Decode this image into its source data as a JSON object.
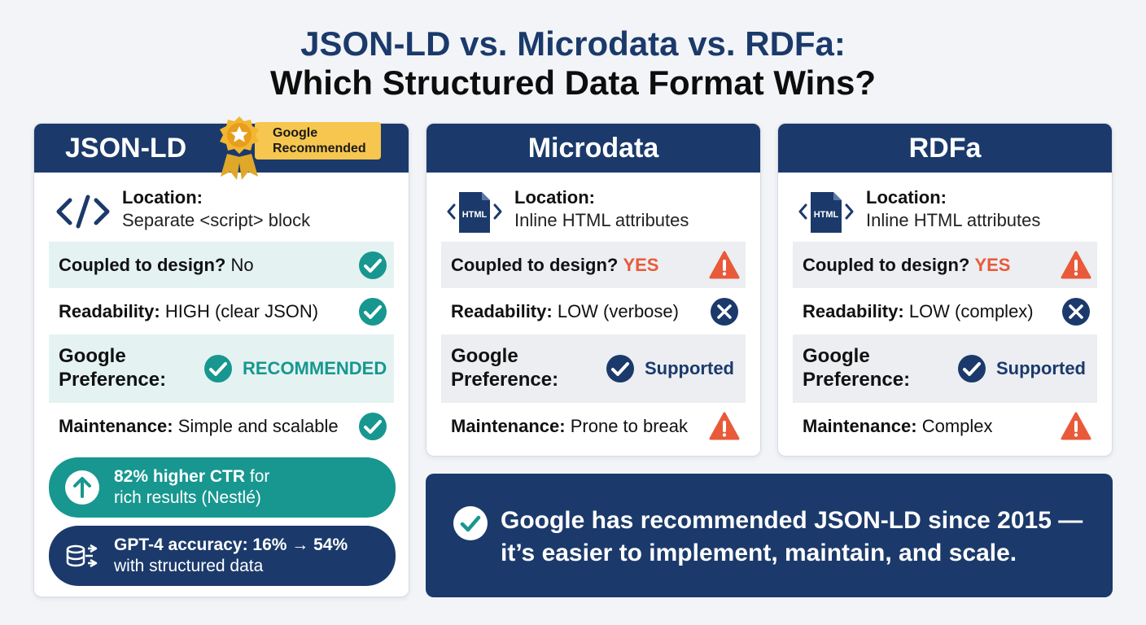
{
  "title": {
    "line1": "JSON-LD vs. Microdata vs. RDFa:",
    "line2": "Which Structured Data Format Wins?"
  },
  "colors": {
    "navy": "#1b3a6b",
    "teal": "#17978f",
    "warning": "#e85a3a",
    "badge_gold": "#f6c64e"
  },
  "cards": [
    {
      "name": "JSON-LD",
      "badge": {
        "line1": "Google",
        "line2": "Recommended",
        "icon": "star-medal-icon"
      },
      "location_label": "Location:",
      "location_value": "Separate <script> block",
      "location_icon": "code-brackets-icon",
      "coupled_label": "Coupled to design?",
      "coupled_value": "No",
      "coupled_status": "check-icon",
      "readability_label": "Readability:",
      "readability_value": "HIGH (clear JSON)",
      "readability_status": "check-icon",
      "pref_label_1": "Google",
      "pref_label_2": "Preference:",
      "pref_value": "RECOMMENDED",
      "pref_status": "check-icon",
      "maintenance_label": "Maintenance:",
      "maintenance_value": "Simple and scalable",
      "maintenance_status": "check-icon"
    },
    {
      "name": "Microdata",
      "location_label": "Location:",
      "location_value": "Inline HTML attributes",
      "location_icon": "html-file-icon",
      "coupled_label": "Coupled to design?",
      "coupled_value": "YES",
      "coupled_status": "warning-icon",
      "readability_label": "Readability:",
      "readability_value": "LOW (verbose)",
      "readability_status": "x-icon",
      "pref_label_1": "Google",
      "pref_label_2": "Preference:",
      "pref_value": "Supported",
      "pref_status": "check-icon",
      "maintenance_label": "Maintenance:",
      "maintenance_value": "Prone to break",
      "maintenance_status": "warning-icon"
    },
    {
      "name": "RDFa",
      "location_label": "Location:",
      "location_value": "Inline HTML attributes",
      "location_icon": "html-file-icon",
      "coupled_label": "Coupled to design?",
      "coupled_value": "YES",
      "coupled_status": "warning-icon",
      "readability_label": "Readability:",
      "readability_value": "LOW (complex)",
      "readability_status": "x-icon",
      "pref_label_1": "Google",
      "pref_label_2": "Preference:",
      "pref_value": "Supported",
      "pref_status": "check-icon",
      "maintenance_label": "Maintenance:",
      "maintenance_value": "Complex",
      "maintenance_status": "warning-icon"
    }
  ],
  "html_icon_text": "HTML",
  "stats": [
    {
      "bold": "82% higher CTR",
      "rest": " for",
      "line2": "rich results (Nestlé)",
      "icon": "arrow-up-icon"
    },
    {
      "bold": "GPT-4 accuracy: 16% → 54%",
      "rest": "",
      "line2": "with structured data",
      "icon": "database-network-icon"
    }
  ],
  "banner": {
    "line1": "Google has recommended JSON-LD since 2015 —",
    "line2": "it’s easier to implement, maintain, and scale.",
    "icon": "check-icon"
  }
}
